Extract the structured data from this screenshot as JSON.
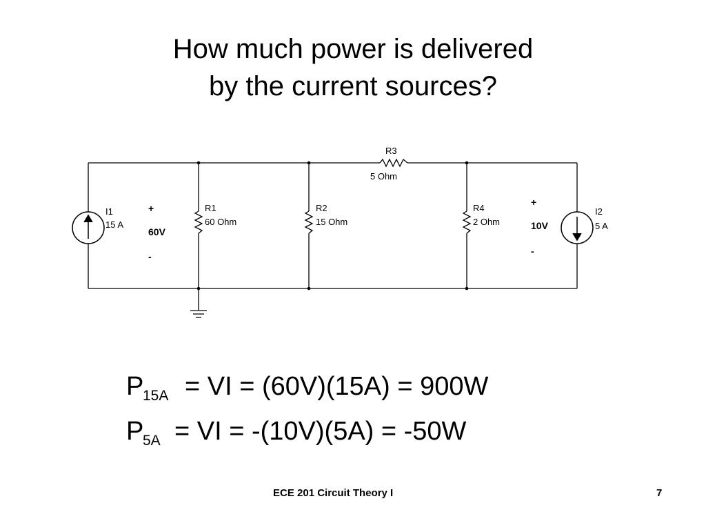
{
  "slide": {
    "title_line1": "How much power is delivered",
    "title_line2": "by the current sources?",
    "footer_course": "ECE 201 Circuit Theory I",
    "page_number": "7"
  },
  "circuit": {
    "I1": {
      "name": "I1",
      "value": "15 A"
    },
    "I2": {
      "name": "I2",
      "value": "5 A"
    },
    "R1": {
      "name": "R1",
      "value": "60 Ohm"
    },
    "R2": {
      "name": "R2",
      "value": "15 Ohm"
    },
    "R3": {
      "name": "R3",
      "value": "5 Ohm"
    },
    "R4": {
      "name": "R4",
      "value": "2 Ohm"
    },
    "v_left": {
      "plus": "+",
      "value": "60V",
      "minus": "-"
    },
    "v_right": {
      "plus": "+",
      "value": "10V",
      "minus": "-"
    }
  },
  "equations": {
    "eq1": {
      "symbol": "P",
      "subscript": "15A",
      "rhs": "= VI = (60V)(15A) = 900W"
    },
    "eq2": {
      "symbol": "P",
      "subscript": "5A",
      "rhs": "= VI = -(10V)(5A) = -50W"
    }
  }
}
